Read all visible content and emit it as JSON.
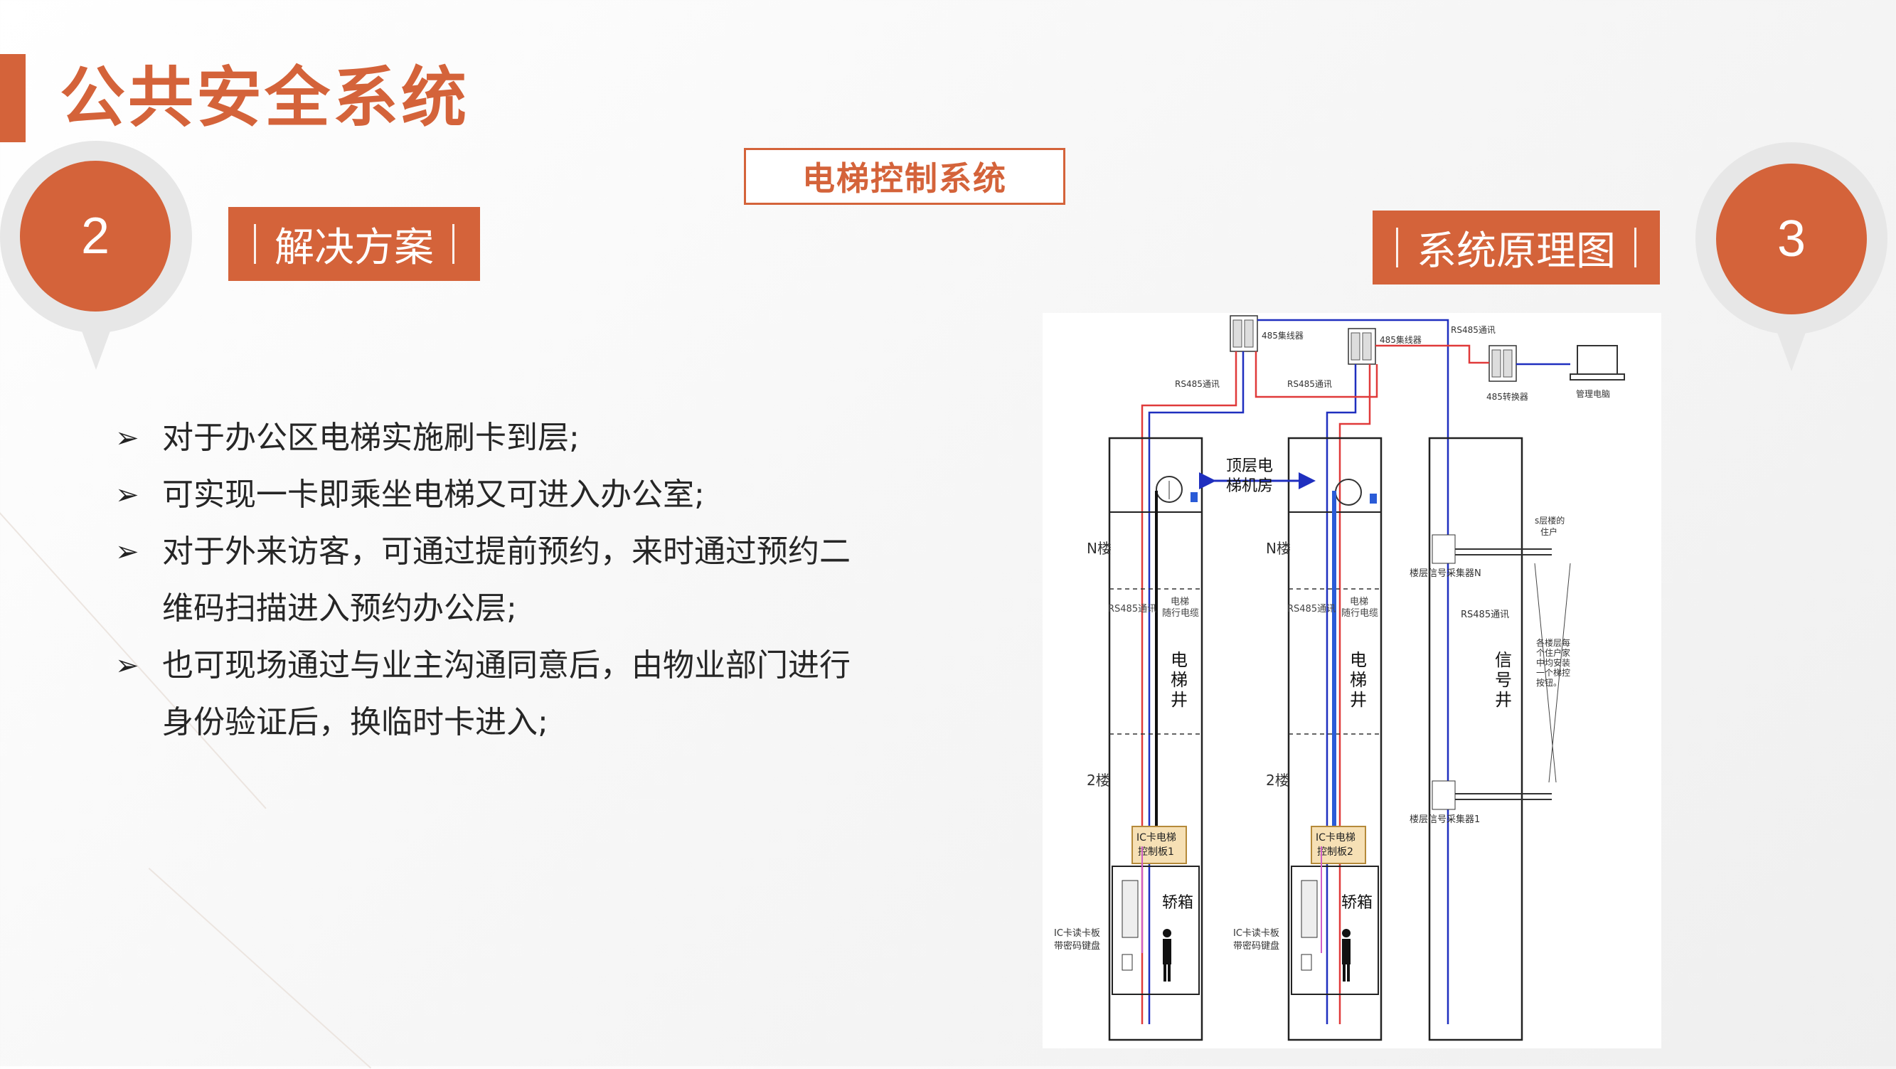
{
  "header": {
    "title": "公共安全系统"
  },
  "left_marker": {
    "number": "2",
    "tag": "解决方案"
  },
  "right_marker": {
    "number": "3",
    "tag": "系统原理图"
  },
  "diagram_title": "电梯控制系统",
  "bullets": [
    {
      "text": "对于办公区电梯实施刷卡到层;"
    },
    {
      "text": "可实现一卡即乘坐电梯又可进入办公室;"
    },
    {
      "text": "对于外来访客，可通过提前预约，来时通过预约二",
      "cont": "维码扫描进入预约办公层;"
    },
    {
      "text": "也可现场通过与业主沟通同意后，由物业部门进行",
      "cont": "身份验证后，换临时卡进入;"
    }
  ],
  "colors": {
    "accent": "#d4633a",
    "rs485_red": "#e03a3a",
    "rs485_blue": "#1f2fbf"
  },
  "icons": {
    "bullet": "arrow-bullet-icon"
  },
  "schematic": {
    "hub1": "485集线器",
    "hub2": "485集线器",
    "rs485_top_right": "RS485通讯",
    "converter": "485转换器",
    "computer": "管理电脑",
    "rs485_left": "RS485通讯",
    "rs485_mid": "RS485通讯",
    "machine_room_1": "顶层电",
    "machine_room_2": "梯机房",
    "floor_n": "N楼",
    "floor_2": "2楼",
    "cable_rs485": "RS485通讯",
    "cable_label_1": "电梯",
    "cable_label_2": "随行电缆",
    "shaft_chars": [
      "电",
      "梯",
      "井"
    ],
    "signal_shaft_chars": [
      "信",
      "号",
      "井"
    ],
    "board1_line1": "IC卡电梯",
    "board1_line2": "控制板1",
    "board2_line1": "IC卡电梯",
    "board2_line2": "控制板2",
    "car": "轿箱",
    "reader_line1": "IC卡读卡板",
    "reader_line2": "带密码键盘",
    "signal_rs485": "RS485通讯",
    "collector_n": "楼层信号采集器N",
    "collector_1": "楼层信号采集器1",
    "resident_line1": "s层楼的",
    "resident_line2": "住户",
    "note_lines": [
      "各楼层每",
      "个住户家",
      "中均安装",
      "一个梯控",
      "按钮。"
    ]
  }
}
